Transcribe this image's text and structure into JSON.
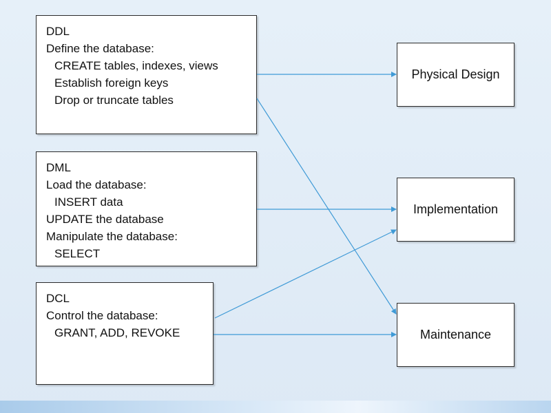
{
  "languages": [
    {
      "heading": "DDL",
      "lines": [
        {
          "text": "Define the database:",
          "indent": false
        },
        {
          "text": "CREATE tables, indexes, views",
          "indent": true
        },
        {
          "text": "Establish foreign keys",
          "indent": true
        },
        {
          "text": "Drop or truncate tables",
          "indent": true
        }
      ]
    },
    {
      "heading": "DML",
      "lines": [
        {
          "text": "Load the database:",
          "indent": false
        },
        {
          "text": "INSERT data",
          "indent": true
        },
        {
          "text": "UPDATE the database",
          "indent": false
        },
        {
          "text": "Manipulate the database:",
          "indent": false
        },
        {
          "text": "SELECT",
          "indent": true
        }
      ]
    },
    {
      "heading": "DCL",
      "lines": [
        {
          "text": "Control the database:",
          "indent": false
        },
        {
          "text": "GRANT, ADD, REVOKE",
          "indent": true
        }
      ]
    }
  ],
  "phases": [
    "Physical Design",
    "Implementation",
    "Maintenance"
  ],
  "connections": [
    {
      "from": "DDL",
      "to": "Physical Design"
    },
    {
      "from": "DDL",
      "to": "Maintenance"
    },
    {
      "from": "DML",
      "to": "Implementation"
    },
    {
      "from": "DCL",
      "to": "Implementation"
    },
    {
      "from": "DCL",
      "to": "Maintenance"
    }
  ],
  "colors": {
    "arrow": "#3f9ad6",
    "border": "#2a2a2a",
    "background": "#e3eef8"
  }
}
